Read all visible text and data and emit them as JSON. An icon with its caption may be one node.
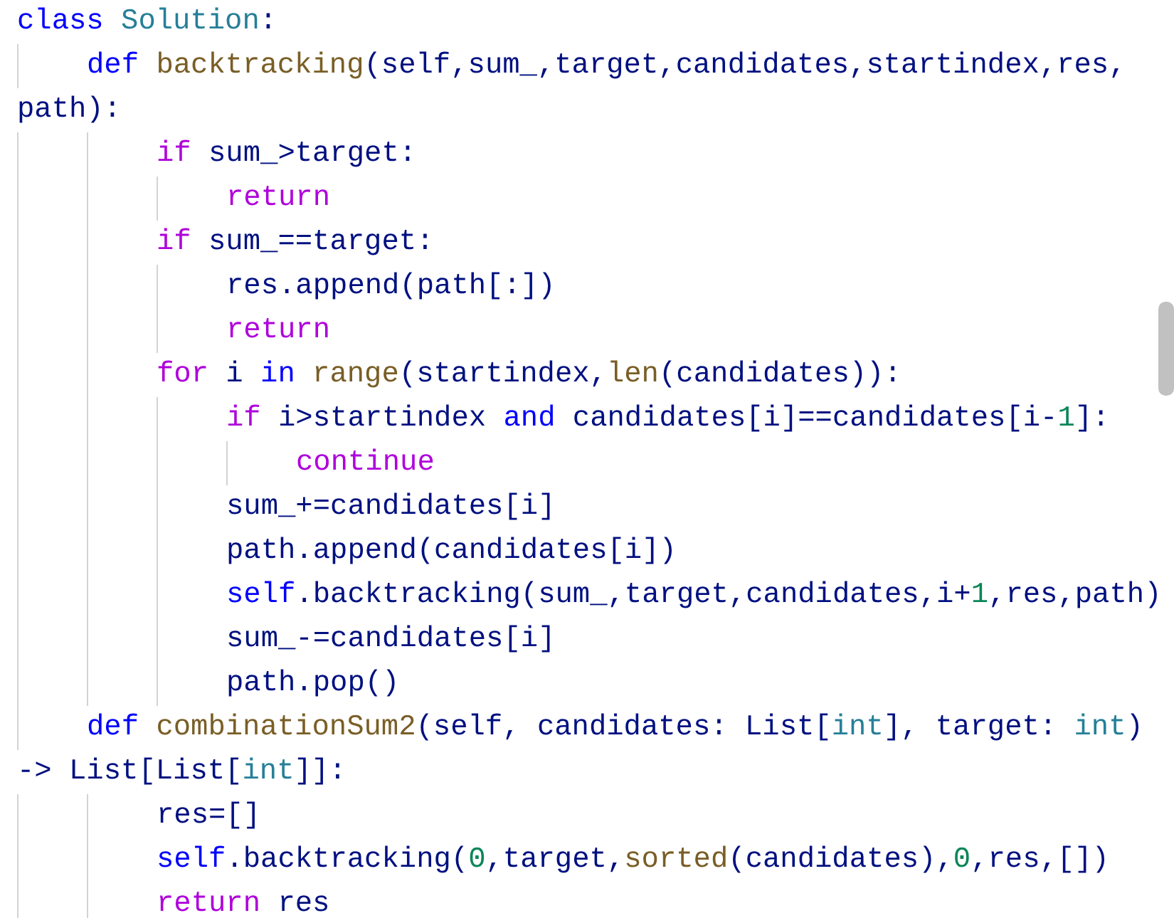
{
  "diagram": {
    "labels": [
      "class Solution:",
      "def backtracking(self,sum_,target,candidates,startindex,res, path):",
      "if sum_>target:",
      "return",
      "if sum_==target:",
      "res.append(path[:])",
      "return",
      "for i in range(startindex,len(candidates)):",
      "if i>startindex and candidates[i]==candidates[i-1]:",
      "continue",
      "sum_+=candidates[i]",
      "path.append(candidates[i])",
      "self.backtracking(sum_,target,candidates,i+1,res,path)",
      "sum_-=candidates[i]",
      "path.pop()",
      "def combinationSum2(self, candidates: List[int], target: int) -> List[List[int]]:",
      "res=[]",
      "self.backtracking(0,target,sorted(candidates),0,res,[])",
      "return res"
    ]
  }
}
